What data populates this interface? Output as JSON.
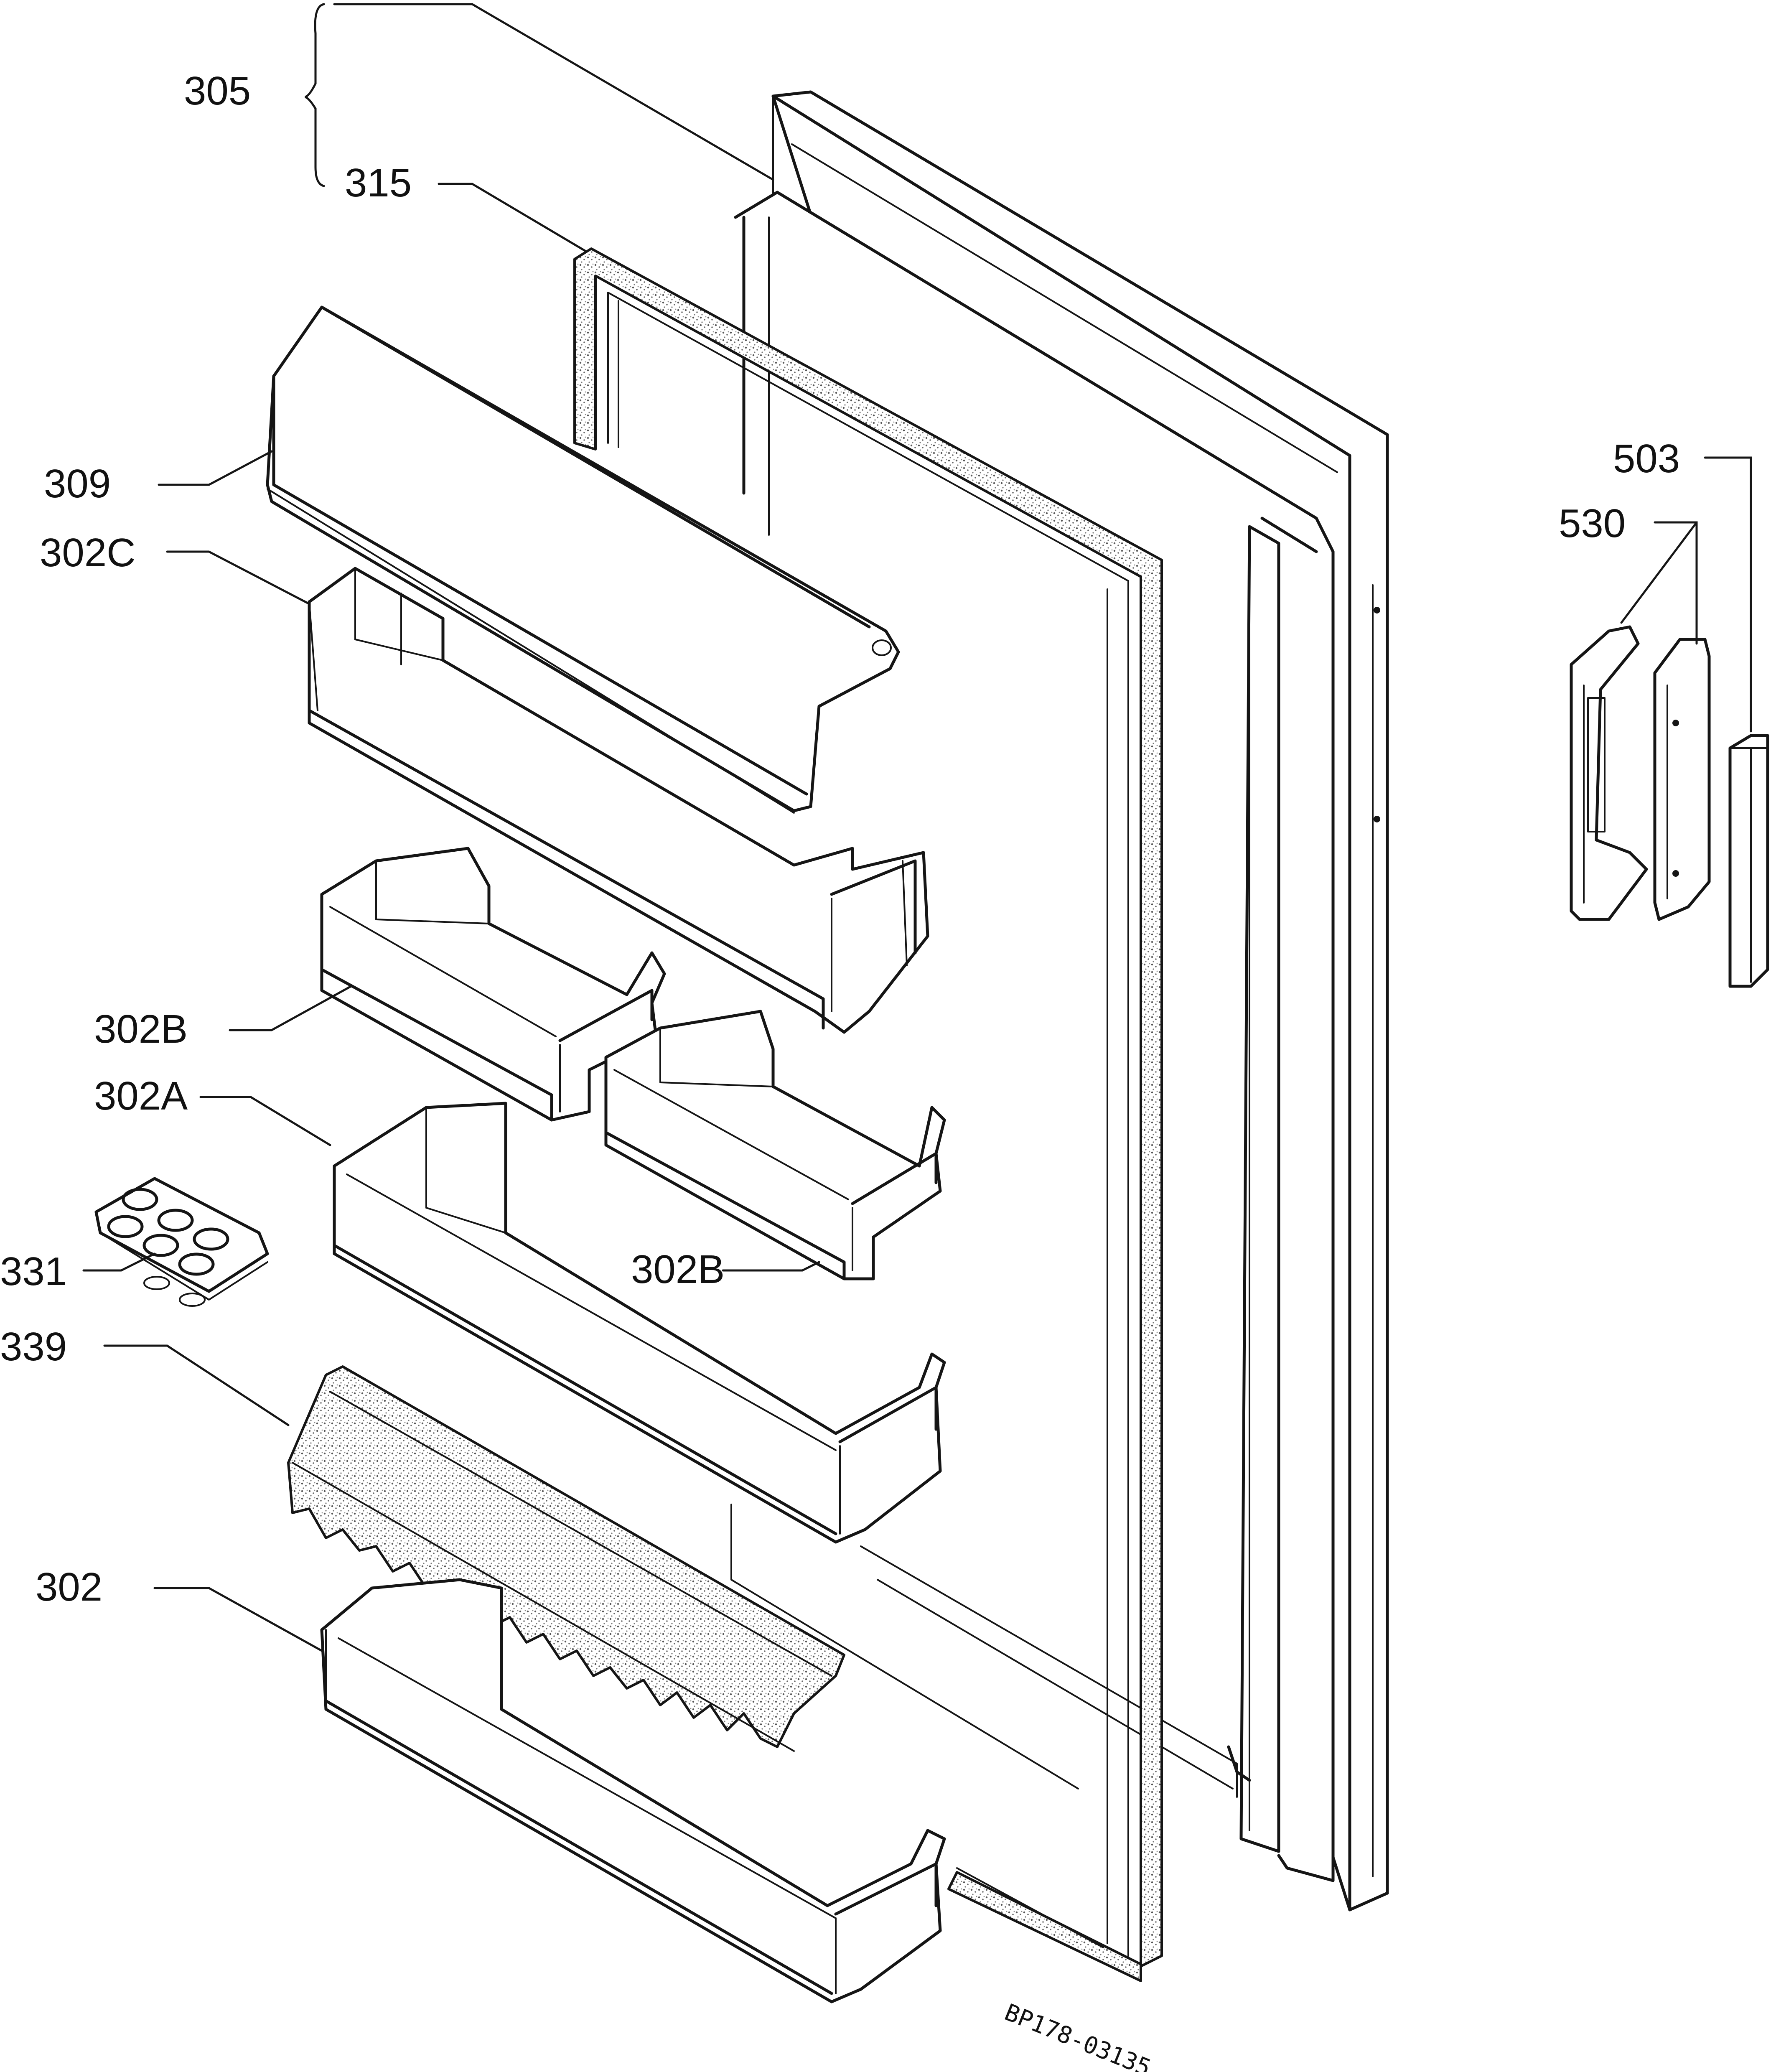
{
  "labels": {
    "p305": "305",
    "p315": "315",
    "p309": "309",
    "p302C": "302C",
    "p302B_left": "302B",
    "p302A": "302A",
    "p302B_right": "302B",
    "p331": "331",
    "p339": "339",
    "p302": "302",
    "p503": "503",
    "p530": "530"
  },
  "drawing_code": "BP178-03135"
}
